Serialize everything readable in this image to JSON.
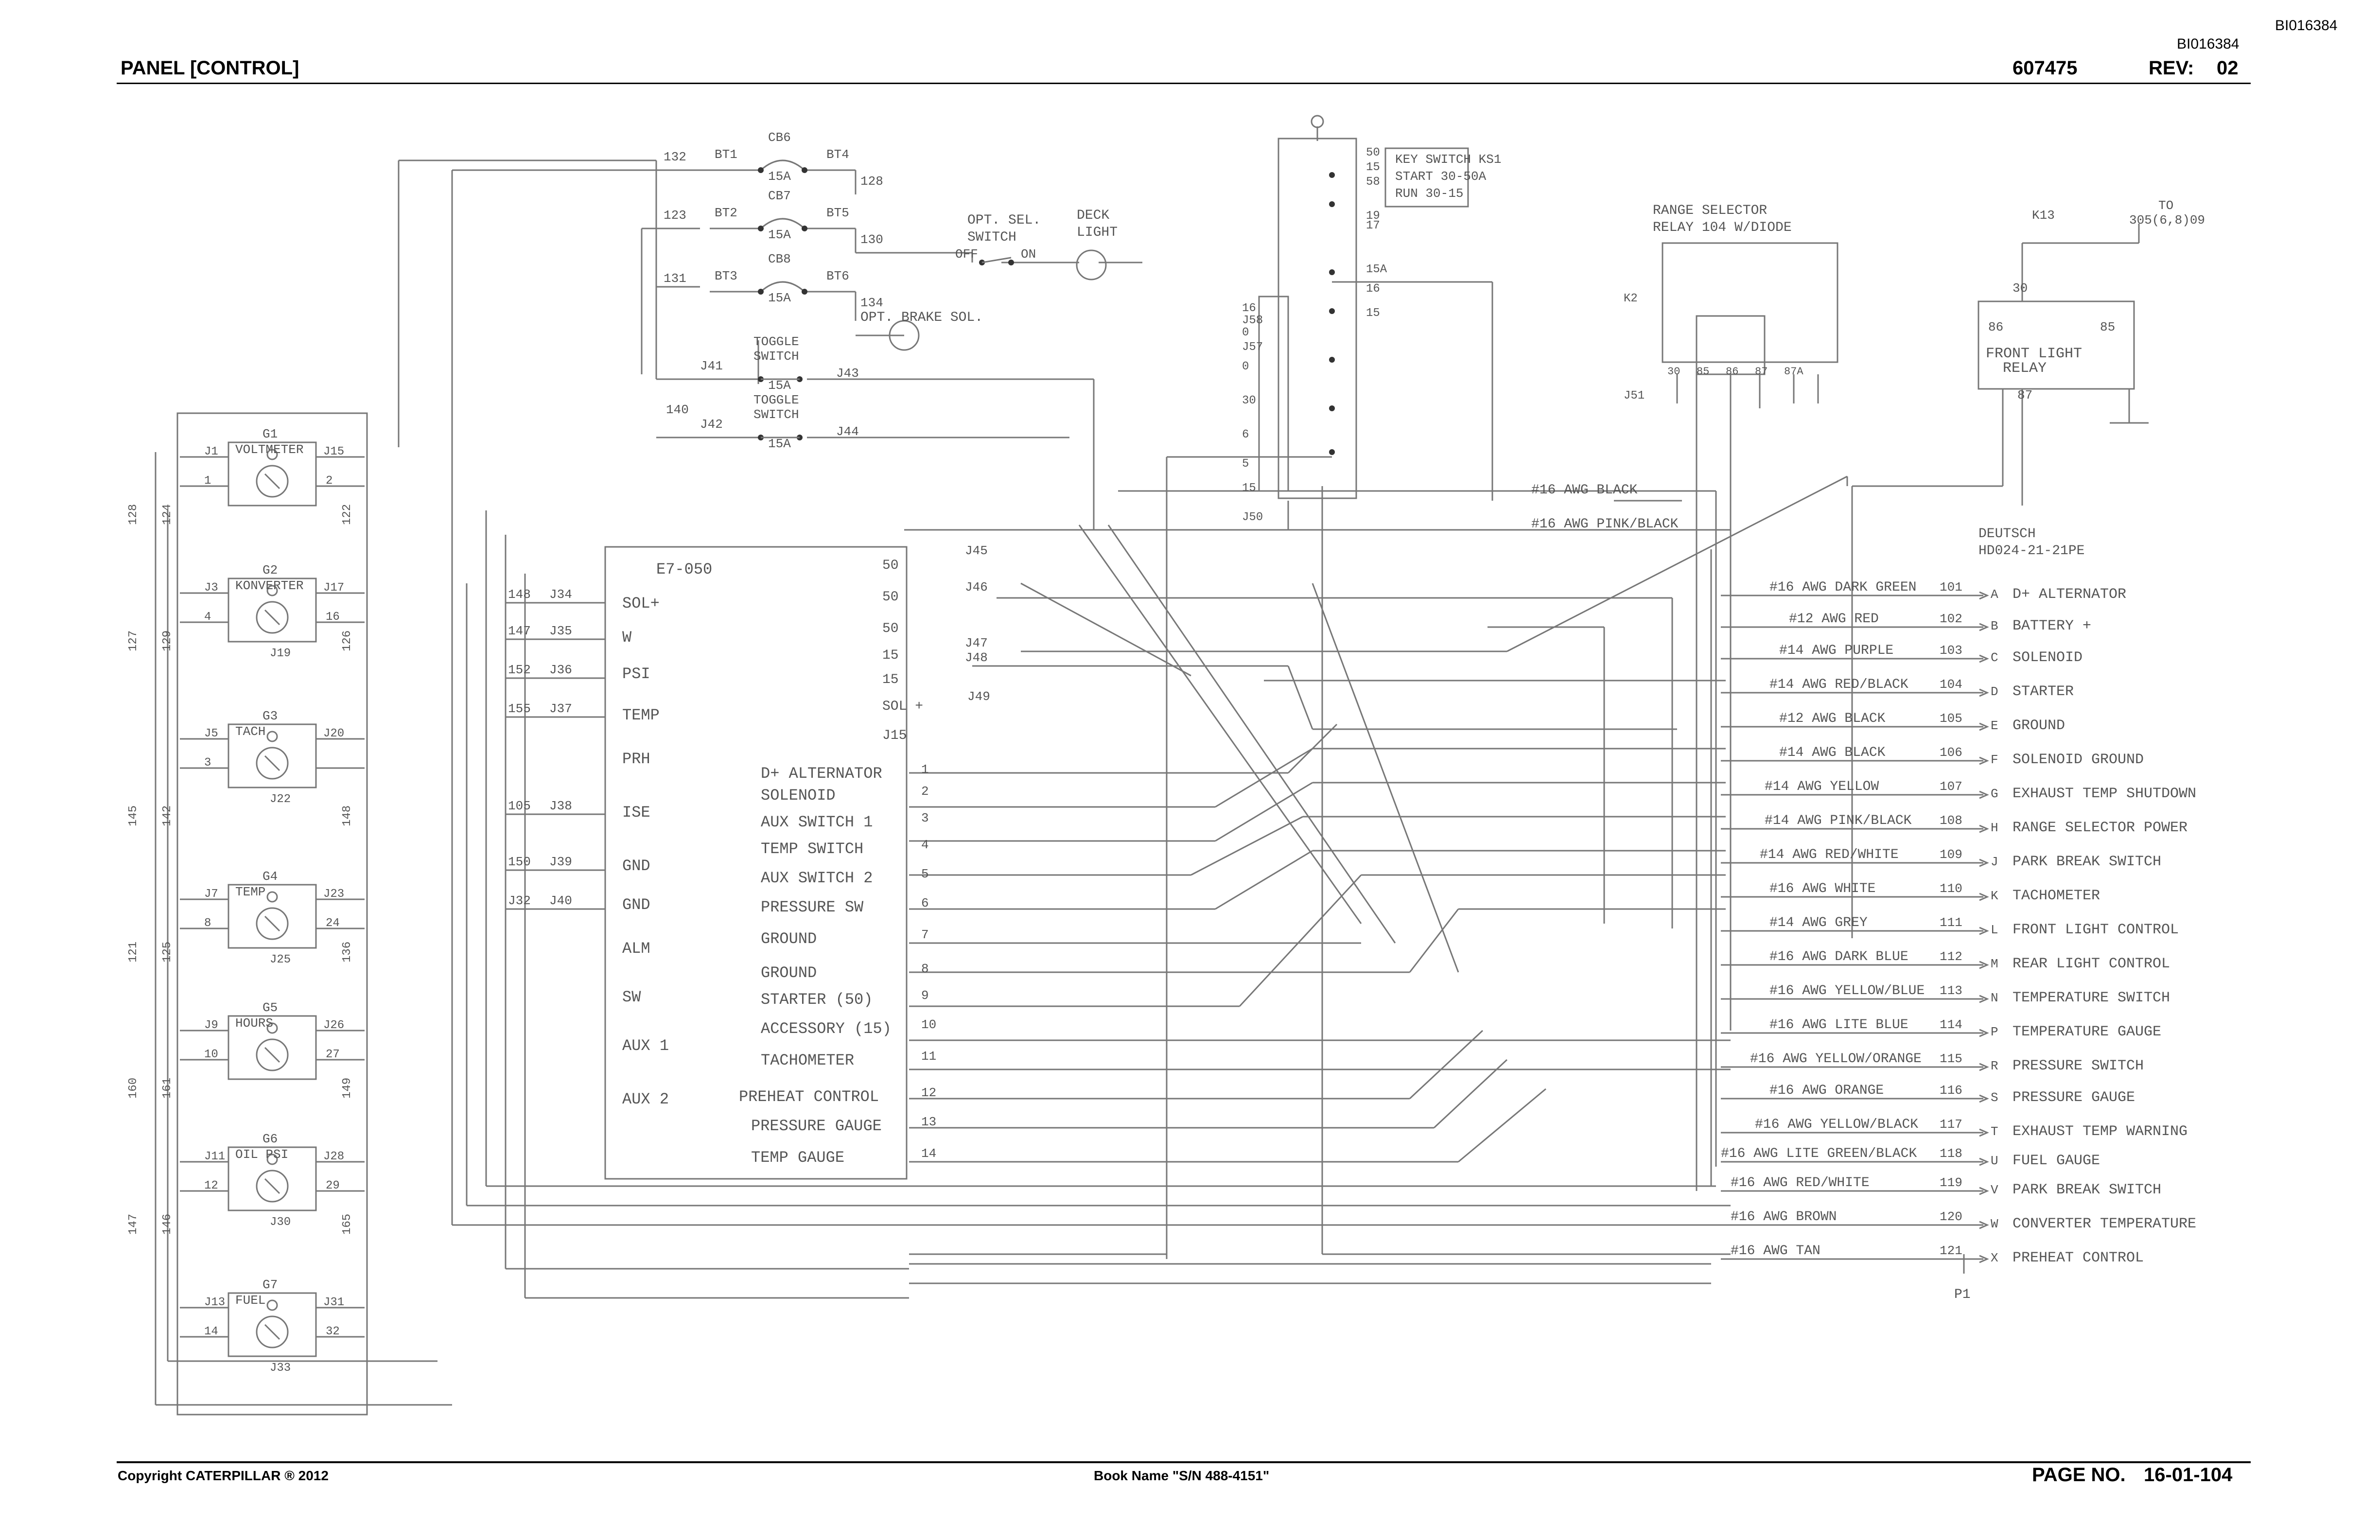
{
  "header": {
    "doc_id_top": "BI016384",
    "doc_id": "BI016384",
    "title": "PANEL [CONTROL]",
    "part_number": "607475",
    "rev_label": "REV:",
    "rev_value": "02"
  },
  "footer": {
    "copyright": "Copyright CATERPILLAR ® 2012",
    "book_name": "Book Name \"S/N 488-4151\"",
    "page_label": "PAGE NO.",
    "page_value": "16-01-104"
  },
  "gauges": [
    {
      "ref": "G1",
      "name": "VOLTMETER",
      "in": "J1",
      "out": "J15",
      "pins": [
        "1",
        "2"
      ]
    },
    {
      "ref": "G2",
      "name": "KONVERTER",
      "in": "J3",
      "out": "J17",
      "pins": [
        "4",
        "16"
      ],
      "extra": "J19"
    },
    {
      "ref": "G3",
      "name": "TACH",
      "in": "J5",
      "out": "J20",
      "pins": [
        "3"
      ],
      "extra": "J22"
    },
    {
      "ref": "G4",
      "name": "TEMP",
      "in": "J7",
      "out": "J23",
      "pins": [
        "8",
        "24"
      ],
      "extra": "J25"
    },
    {
      "ref": "G5",
      "name": "HOURS",
      "in": "J9",
      "out": "J26",
      "pins": [
        "10",
        "27"
      ]
    },
    {
      "ref": "G6",
      "name": "OIL PSI",
      "in": "J11",
      "out": "J28",
      "pins": [
        "12",
        "29"
      ],
      "extra": "J30"
    },
    {
      "ref": "G7",
      "name": "FUEL",
      "in": "J13",
      "out": "J31",
      "pins": [
        "14",
        "32"
      ],
      "extra": "J33"
    }
  ],
  "left_wires": [
    "128",
    "124",
    "127",
    "129",
    "145",
    "142",
    "121",
    "125",
    "160",
    "161",
    "147",
    "146",
    "122",
    "126",
    "148",
    "136",
    "149",
    "165"
  ],
  "breakers": [
    {
      "ref": "CB6",
      "rating": "15A",
      "in_wire": "132",
      "in_term": "BT1",
      "out_term": "BT4",
      "out_wire": "128"
    },
    {
      "ref": "CB7",
      "rating": "15A",
      "in_wire": "123",
      "in_term": "BT2",
      "out_term": "BT5",
      "out_wire": "130"
    },
    {
      "ref": "CB8",
      "rating": "15A",
      "in_wire": "131",
      "in_term": "BT3",
      "out_term": "BT6",
      "out_wire": "134"
    }
  ],
  "toggles": [
    {
      "name": "TOGGLE SWITCH",
      "rating": "15A",
      "in": "J41",
      "out": "J43",
      "wire": "140"
    },
    {
      "name": "TOGGLE SWITCH",
      "rating": "15A",
      "in": "J42",
      "out": "J44"
    }
  ],
  "opt_sel_switch": {
    "line1": "OPT. SEL.",
    "line2": "SWITCH",
    "off": "OFF",
    "on": "ON"
  },
  "deck_light": {
    "line1": "DECK",
    "line2": "LIGHT"
  },
  "brake_sol": "OPT. BRAKE SOL.",
  "key_switch": {
    "ref": "KS1",
    "note": [
      "KEY SWITCH KS1",
      "START 30-50A",
      "RUN 30-15"
    ],
    "terminals": [
      "50",
      "15",
      "58",
      "19",
      "17",
      "15A",
      "16",
      "15"
    ],
    "left_labels": [
      "16",
      "0",
      "0",
      "6",
      "5",
      "15",
      "J58",
      "J57",
      "J50",
      "30"
    ]
  },
  "range_selector": {
    "line1": "RANGE SELECTOR",
    "line2": "RELAY 104 W/DIODE",
    "ref": "K2",
    "pins": [
      "30",
      "85",
      "86",
      "87",
      "87A"
    ],
    "wire": "J51"
  },
  "front_light_relay": {
    "line1": "FRONT LIGHT",
    "line2": "RELAY",
    "pins": [
      "30",
      "86",
      "85",
      "87"
    ],
    "wire": "K13",
    "to": "TO",
    "to2": "305(6,8)09"
  },
  "controller": {
    "ref": "E7-050",
    "left_pins": [
      "SOL+",
      "W",
      "PSI",
      "TEMP",
      "PRH",
      "ISE",
      "GND",
      "GND",
      "ALM",
      "SW",
      "AUX 1",
      "AUX 2"
    ],
    "top_right": [
      "50",
      "50",
      "50",
      "15",
      "15",
      "SOL +",
      "J15"
    ],
    "terminal_labels": [
      "D+ ALTERNATOR",
      "SOLENOID",
      "AUX SWITCH 1",
      "TEMP SWITCH",
      "AUX SWITCH 2",
      "PRESSURE SW",
      "GROUND",
      "GROUND",
      "STARTER (50)",
      "ACCESSORY (15)",
      "TACHOMETER",
      "PREHEAT CONTROL",
      "PRESSURE GAUGE",
      "TEMP GAUGE"
    ],
    "terminal_nums": [
      "1",
      "2",
      "3",
      "4",
      "5",
      "6",
      "7",
      "8",
      "9",
      "10",
      "11",
      "12",
      "13",
      "14"
    ],
    "jumpers": [
      "J45",
      "J46",
      "J47",
      "J48",
      "J49"
    ],
    "inputs": [
      {
        "wire": "148",
        "term": "J34"
      },
      {
        "wire": "147",
        "term": "J35"
      },
      {
        "wire": "152",
        "term": "J36"
      },
      {
        "wire": "155",
        "term": "J37"
      },
      {
        "wire": "105",
        "term": "J38"
      },
      {
        "wire": "150",
        "term": "J39"
      },
      {
        "wire": "J32",
        "term": "J40"
      }
    ]
  },
  "connector": {
    "line1": "DEUTSCH",
    "line2": "HD024-21-21PE",
    "ref": "P1",
    "top_wires": [
      "#16 AWG BLACK",
      "#16 AWG PINK/BLACK"
    ],
    "pins": [
      {
        "wire": "#16 AWG DARK GREEN",
        "num": "101",
        "pin": "A",
        "func": "D+ ALTERNATOR"
      },
      {
        "wire": "#12 AWG RED",
        "num": "102",
        "pin": "B",
        "func": "BATTERY +"
      },
      {
        "wire": "#14 AWG PURPLE",
        "num": "103",
        "pin": "C",
        "func": "SOLENOID"
      },
      {
        "wire": "#14 AWG RED/BLACK",
        "num": "104",
        "pin": "D",
        "func": "STARTER"
      },
      {
        "wire": "#12 AWG BLACK",
        "num": "105",
        "pin": "E",
        "func": "GROUND"
      },
      {
        "wire": "#14 AWG BLACK",
        "num": "106",
        "pin": "F",
        "func": "SOLENOID GROUND"
      },
      {
        "wire": "#14 AWG YELLOW",
        "num": "107",
        "pin": "G",
        "func": "EXHAUST TEMP SHUTDOWN"
      },
      {
        "wire": "#14 AWG PINK/BLACK",
        "num": "108",
        "pin": "H",
        "func": "RANGE SELECTOR POWER"
      },
      {
        "wire": "#14 AWG RED/WHITE",
        "num": "109",
        "pin": "J",
        "func": "PARK BREAK SWITCH"
      },
      {
        "wire": "#16 AWG WHITE",
        "num": "110",
        "pin": "K",
        "func": "TACHOMETER"
      },
      {
        "wire": "#14 AWG GREY",
        "num": "111",
        "pin": "L",
        "func": "FRONT LIGHT CONTROL"
      },
      {
        "wire": "#16 AWG DARK BLUE",
        "num": "112",
        "pin": "M",
        "func": "REAR LIGHT CONTROL"
      },
      {
        "wire": "#16 AWG YELLOW/BLUE",
        "num": "113",
        "pin": "N",
        "func": "TEMPERATURE SWITCH"
      },
      {
        "wire": "#16 AWG LITE BLUE",
        "num": "114",
        "pin": "P",
        "func": "TEMPERATURE GAUGE"
      },
      {
        "wire": "#16 AWG YELLOW/ORANGE",
        "num": "115",
        "pin": "R",
        "func": "PRESSURE SWITCH"
      },
      {
        "wire": "#16 AWG ORANGE",
        "num": "116",
        "pin": "S",
        "func": "PRESSURE GAUGE"
      },
      {
        "wire": "#16 AWG YELLOW/BLACK",
        "num": "117",
        "pin": "T",
        "func": "EXHAUST TEMP WARNING"
      },
      {
        "wire": "#16 AWG LITE GREEN/BLACK",
        "num": "118",
        "pin": "U",
        "func": "FUEL GAUGE"
      },
      {
        "wire": "#16 AWG RED/WHITE",
        "num": "119",
        "pin": "V",
        "func": "PARK BREAK SWITCH"
      },
      {
        "wire": "#16 AWG BROWN",
        "num": "120",
        "pin": "W",
        "func": "CONVERTER TEMPERATURE"
      },
      {
        "wire": "#16 AWG TAN",
        "num": "121",
        "pin": "X",
        "func": "PREHEAT CONTROL"
      }
    ]
  }
}
